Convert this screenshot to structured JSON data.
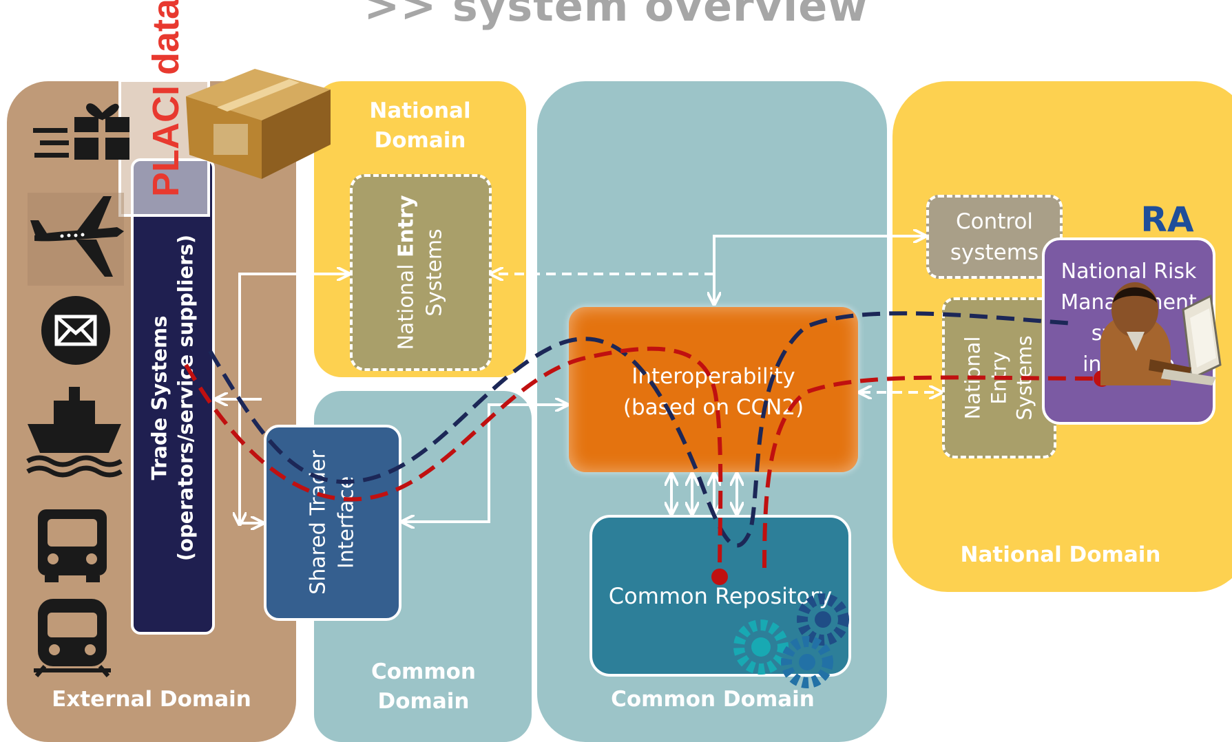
{
  "title": ">> system overview",
  "domains": {
    "external": "External Domain",
    "national_left": "National Domain",
    "common_small": "Common Domain",
    "common_center": "Common Domain",
    "national_right": "National Domain"
  },
  "boxes": {
    "trade_systems_line1": "Trade Systems",
    "trade_systems_line2": "(operators/service suppliers)",
    "placi": "PLACI data",
    "national_entry_left_a": "National ",
    "national_entry_left_b": "Entry",
    "national_entry_left_c": "Systems",
    "shared_trader": "Shared Trader Interface",
    "interoperability_line1": "Interoperability",
    "interoperability_line2": "(based on CCN2)",
    "common_repository": "Common Repository",
    "control_systems": "Control systems",
    "national_entry_right": "National Entry Systems",
    "ra": "RA",
    "nrmi": "National Risk Management system interface"
  },
  "icons": [
    "express-gift-icon",
    "airplane-icon",
    "mail-icon",
    "ship-icon",
    "truck-icon",
    "train-icon",
    "cardboard-box-icon",
    "gears-icon",
    "user-at-computer-icon"
  ],
  "colors": {
    "external": "#bf9a78",
    "national": "#fdd150",
    "common": "#9cc4c8",
    "interop": "#e4730f",
    "repository": "#2d7f99",
    "shared": "#355f8f",
    "trade": "#1f1f50",
    "entry": "#a99f6a",
    "control": "#a99f88",
    "nrmi": "#7b5aa3",
    "ra": "#1f4e9a",
    "placi": "#e8392f",
    "path_blue": "#1c2757",
    "path_red": "#c01010",
    "title": "#a6a6a6"
  }
}
